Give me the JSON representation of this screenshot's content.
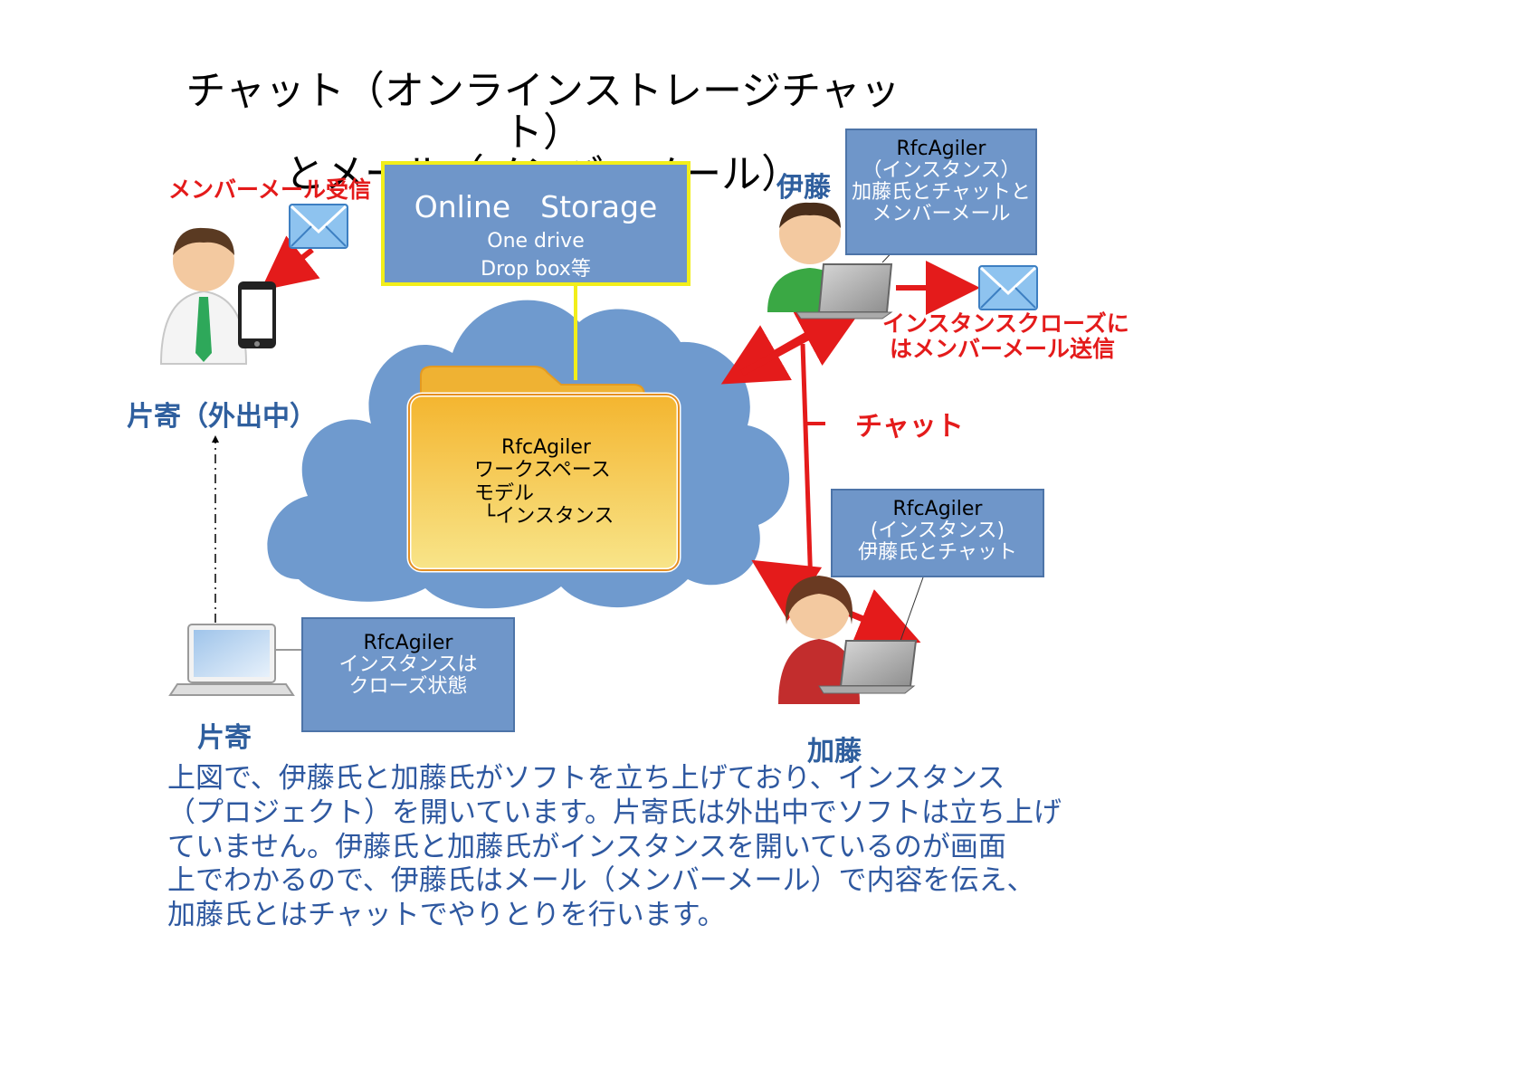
{
  "title": {
    "line1": "チャット（オンラインストレージチャット）",
    "line2": "とメール（メンバーメール）"
  },
  "online_storage": {
    "title": "Online　Storage",
    "line1": "One drive",
    "line2": "Drop box等"
  },
  "folder": {
    "app": "RfcAgiler",
    "line1": "ワークスペース",
    "line2": "モデル",
    "line3": "└インスタンス"
  },
  "ito": {
    "name": "伊藤",
    "box_app": "RfcAgiler",
    "box_line1": "（インスタンス）",
    "box_line2": "加藤氏とチャットと",
    "box_line3": "メンバーメール"
  },
  "kato": {
    "name": "加藤",
    "box_app": "RfcAgiler",
    "box_line1": "(インスタンス)",
    "box_line2": "伊藤氏とチャット"
  },
  "katayose": {
    "name_out": "片寄（外出中）",
    "name_pc": "片寄",
    "mail_label": "メンバーメール受信",
    "box_app": "RfcAgiler",
    "box_line1": "インスタンスは",
    "box_line2": "クローズ状態"
  },
  "close_mail_label": {
    "line1": "インスタンスクローズに",
    "line2": "はメンバーメール送信"
  },
  "chat_label": "チャット",
  "description": "上図で、伊藤氏と加藤氏がソフトを立ち上げており、インスタンス\n（プロジェクト）を開いています。片寄氏は外出中でソフトは立ち上げ\nていません。伊藤氏と加藤氏がインスタンスを開いているのが画面\n上でわかるので、伊藤氏はメール（メンバーメール）で内容を伝え、\n加藤氏とはチャットでやりとりを行います。",
  "colors": {
    "cloud": "#6f9ace",
    "box": "#6f96c9",
    "storage_border": "#f2ee1a",
    "arrow_red": "#e41b1b",
    "label_blue": "#2f5f9e",
    "folder": "#f6c94a"
  }
}
